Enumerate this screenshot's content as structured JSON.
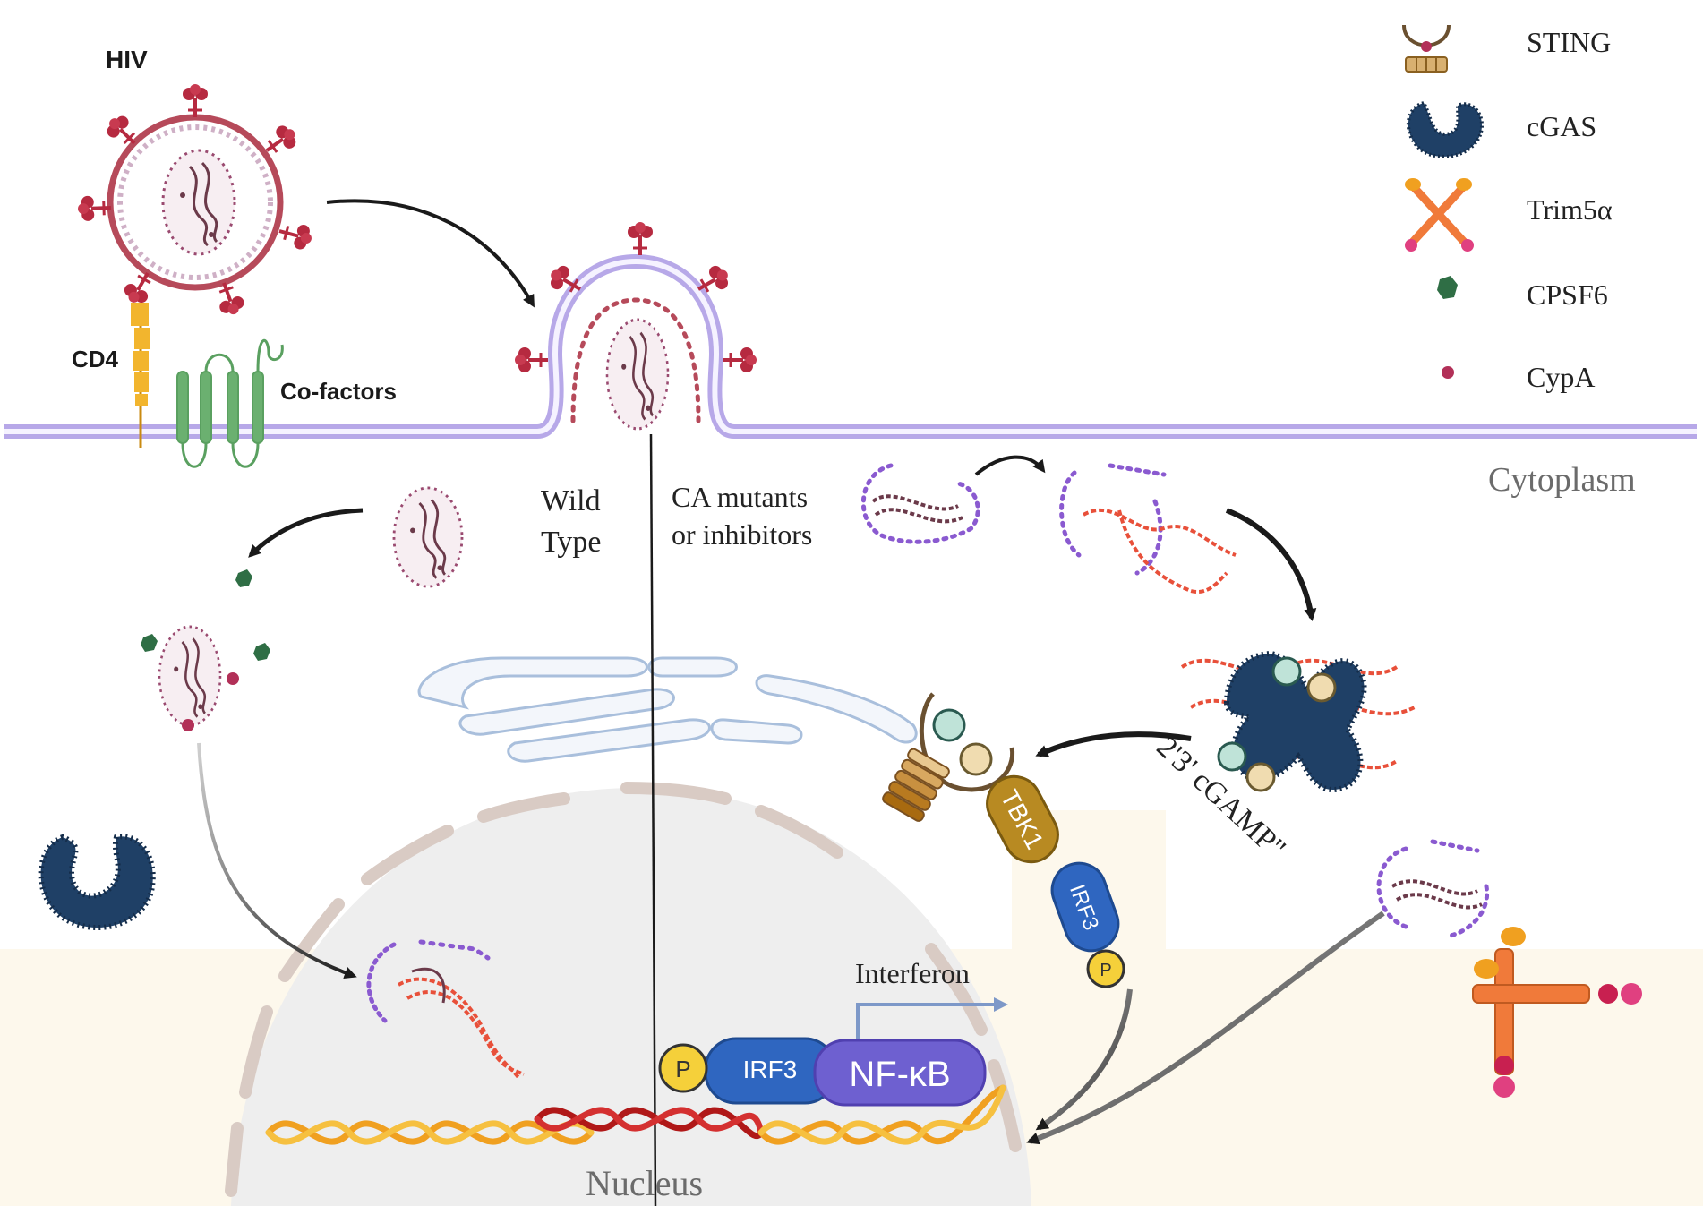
{
  "labels": {
    "hiv": "HIV",
    "cd4": "CD4",
    "cofactors": "Co-factors",
    "cytoplasm": "Cytoplasm",
    "wild_type_line1": "Wild",
    "wild_type_line2": "Type",
    "ca_mutants_line1": "CA mutants",
    "ca_mutants_line2": "or inhibitors",
    "cgamp": "2'3' cGAMP\"",
    "tbk1": "TBK1",
    "irf3": "IRF3",
    "phospho": "P",
    "nfkb": "NF-κB",
    "interferon": "Interferon",
    "nucleus": "Nucleus"
  },
  "legend": [
    {
      "label": "STING",
      "icon": "sting-icon"
    },
    {
      "label": "cGAS",
      "icon": "cgas-icon"
    },
    {
      "label": "Trim5α",
      "icon": "trim5a-icon"
    },
    {
      "label": "CPSF6",
      "icon": "cpsf6-icon"
    },
    {
      "label": "CypA",
      "icon": "cypa-icon"
    }
  ],
  "colors": {
    "membrane": "#b7a8e8",
    "virus_envelope": "#b64a5a",
    "spike": "#b62a40",
    "capsid_dots": "#9a4a70",
    "cd4": "#f2b52e",
    "cofactor": "#5aa060",
    "cgas": "#1f4066",
    "cpsf6": "#2f6e45",
    "cypa": "#b23058",
    "trim5a": "#f07a3a",
    "dna_red": "#e8503a",
    "dna_orange": "#f0a020",
    "irf3": "#2f66c0",
    "nfkb": "#6e60d0",
    "tbk1": "#b88a22",
    "phospho": "#f5d03a",
    "er": "#a9bfdc",
    "nucleus": "#eeeeee",
    "nuclear_envelope": "#d9cbc4",
    "beige_band": "#fdf8ec"
  }
}
